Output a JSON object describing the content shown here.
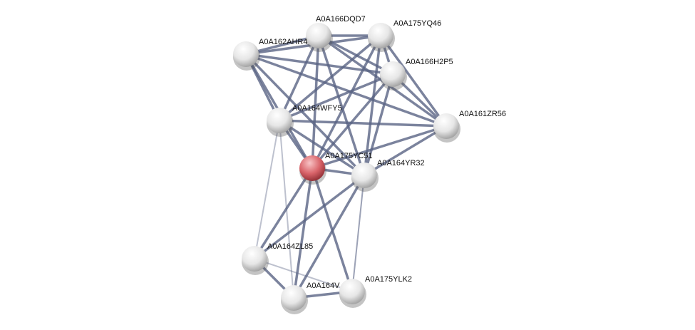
{
  "nodes": [
    {
      "id": "AHR4",
      "label": "A0A162AHR4",
      "query": false
    },
    {
      "id": "DQD7",
      "label": "A0A166DQD7",
      "query": false
    },
    {
      "id": "YQ46",
      "label": "A0A175YQ46",
      "query": false
    },
    {
      "id": "H2P5",
      "label": "A0A166H2P5",
      "query": false
    },
    {
      "id": "ZR56",
      "label": "A0A161ZR56",
      "query": false
    },
    {
      "id": "WFY5",
      "label": "A0A164WFY5",
      "query": false
    },
    {
      "id": "YC51",
      "label": "A0A175YC51",
      "query": true
    },
    {
      "id": "YR32",
      "label": "A0A164YR32",
      "query": false
    },
    {
      "id": "ZL85",
      "label": "A0A164ZL85",
      "query": false
    },
    {
      "id": "V",
      "label": "A0A164V",
      "query": false
    },
    {
      "id": "YLK2",
      "label": "A0A175YLK2",
      "query": false
    }
  ],
  "edges": [
    [
      "AHR4",
      "DQD7",
      1
    ],
    [
      "AHR4",
      "YQ46",
      1
    ],
    [
      "AHR4",
      "H2P5",
      1
    ],
    [
      "AHR4",
      "ZR56",
      1
    ],
    [
      "AHR4",
      "WFY5",
      1
    ],
    [
      "AHR4",
      "YC51",
      1
    ],
    [
      "AHR4",
      "YR32",
      1
    ],
    [
      "DQD7",
      "YQ46",
      1
    ],
    [
      "DQD7",
      "H2P5",
      1
    ],
    [
      "DQD7",
      "ZR56",
      1
    ],
    [
      "DQD7",
      "WFY5",
      1
    ],
    [
      "DQD7",
      "YC51",
      1
    ],
    [
      "DQD7",
      "YR32",
      1
    ],
    [
      "YQ46",
      "H2P5",
      1
    ],
    [
      "YQ46",
      "ZR56",
      1
    ],
    [
      "YQ46",
      "WFY5",
      1
    ],
    [
      "YQ46",
      "YC51",
      1
    ],
    [
      "YQ46",
      "YR32",
      1
    ],
    [
      "H2P5",
      "ZR56",
      1
    ],
    [
      "H2P5",
      "WFY5",
      1
    ],
    [
      "H2P5",
      "YC51",
      1
    ],
    [
      "H2P5",
      "YR32",
      1
    ],
    [
      "ZR56",
      "WFY5",
      1
    ],
    [
      "ZR56",
      "YC51",
      1
    ],
    [
      "ZR56",
      "YR32",
      1
    ],
    [
      "WFY5",
      "YC51",
      1
    ],
    [
      "WFY5",
      "YR32",
      1
    ],
    [
      "WFY5",
      "ZL85",
      0.3
    ],
    [
      "WFY5",
      "V",
      0.3
    ],
    [
      "YC51",
      "YR32",
      1
    ],
    [
      "YC51",
      "ZL85",
      1
    ],
    [
      "YC51",
      "V",
      1
    ],
    [
      "YC51",
      "YLK2",
      1
    ],
    [
      "YR32",
      "ZL85",
      1
    ],
    [
      "YR32",
      "V",
      1
    ],
    [
      "YR32",
      "YLK2",
      0.5
    ],
    [
      "ZL85",
      "YLK2",
      0.3
    ],
    [
      "ZL85",
      "V",
      1
    ],
    [
      "V",
      "YLK2",
      1
    ]
  ],
  "colors": {
    "edge": "#5a6485",
    "node": "#dcdcdc",
    "query": "#d9646a"
  }
}
